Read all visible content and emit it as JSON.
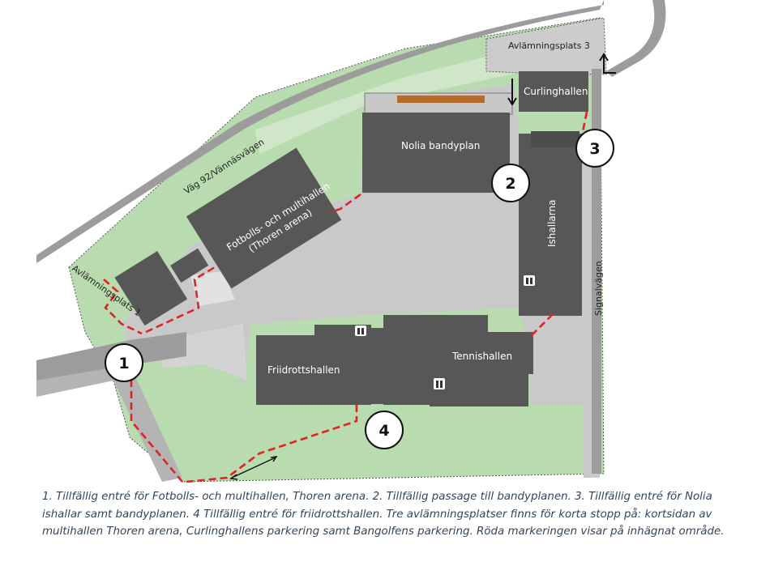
{
  "colors": {
    "grass": "#b9dbb0",
    "grass_light": "#cfe6c8",
    "lot": "#c9c9c9",
    "road": "#9c9c9c",
    "building": "#575757",
    "fence": "#e02222",
    "caption_text": "#31465c"
  },
  "roads": {
    "main": "Väg 92/Vännäsvägen",
    "side": "Signalvägen"
  },
  "dropoffs": {
    "d1": "Avlämningsplats 1",
    "d3": "Avlämningsplats 3"
  },
  "buildings": {
    "curling": "Curlinghallen",
    "bandy": "Nolia bandyplan",
    "ice": "Ishallarna",
    "football_line1": "Fotbolls- och multihallen",
    "football_line2": "(Thoren arena)",
    "athletics": "Friidrottshallen",
    "tennis": "Tennishallen"
  },
  "markers": [
    "1",
    "2",
    "3",
    "4"
  ],
  "caption": "1. Tillfällig entré för Fotbolls- och multihallen, Thoren arena. 2. Tillfällig passage till bandyplanen. 3. Tillfällig entré för Nolia ishallar samt bandyplanen. 4 Tillfällig entré för friidrottshallen. Tre avlämningsplatser finns för korta stopp på: kortsidan av multihallen Thoren arena, Curlinghallens parkering samt Bangolfens parkering. Röda markeringen visar på inhägnat område."
}
